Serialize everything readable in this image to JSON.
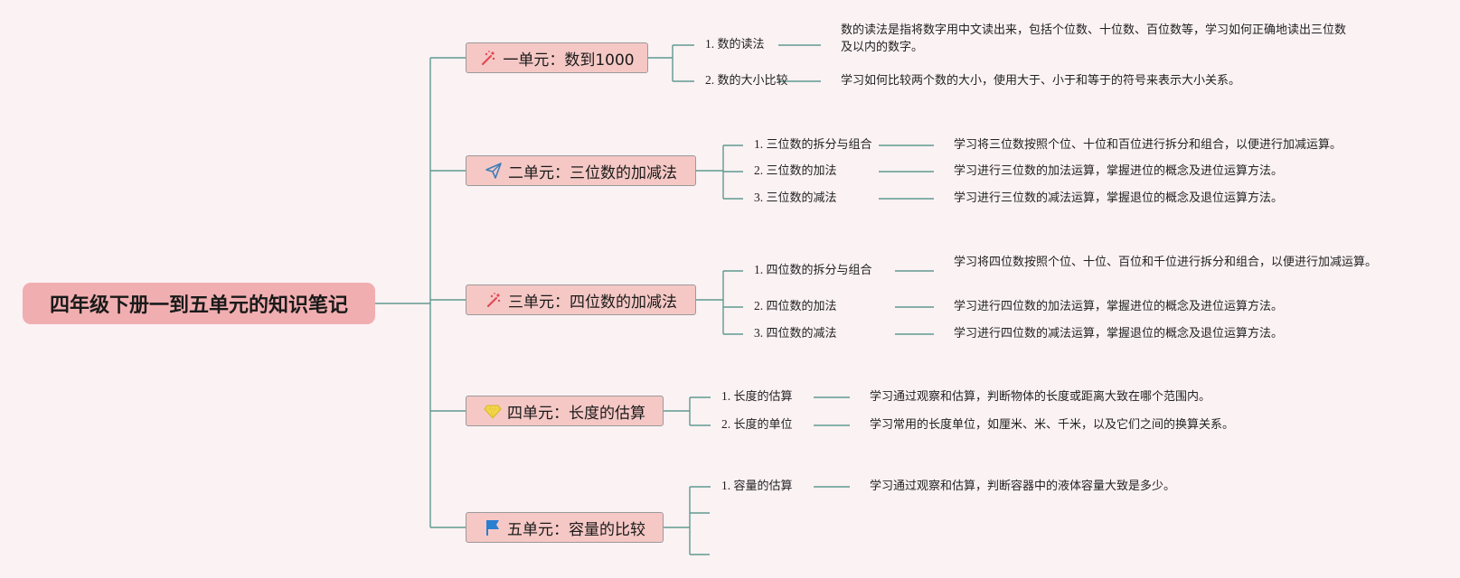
{
  "root": {
    "title": "四年级下册一到五单元的知识笔记"
  },
  "units": [
    {
      "icon": "sparkle-wand-icon",
      "label": "一单元：数到1000",
      "topics": [
        {
          "num": "1.",
          "title": "数的读法",
          "desc": "数的读法是指将数字用中文读出来，包括个位数、十位数、百位数等，学习如何正确地读出三位数及以内的数字。"
        },
        {
          "num": "2.",
          "title": "数的大小比较",
          "desc": "学习如何比较两个数的大小，使用大于、小于和等于的符号来表示大小关系。"
        }
      ]
    },
    {
      "icon": "paper-plane-icon",
      "label": "二单元：三位数的加减法",
      "topics": [
        {
          "num": "1.",
          "title": "三位数的拆分与组合",
          "desc": "学习将三位数按照个位、十位和百位进行拆分和组合，以便进行加减运算。"
        },
        {
          "num": "2.",
          "title": "三位数的加法",
          "desc": "学习进行三位数的加法运算，掌握进位的概念及进位运算方法。"
        },
        {
          "num": "3.",
          "title": "三位数的减法",
          "desc": "学习进行三位数的减法运算，掌握退位的概念及退位运算方法。"
        }
      ]
    },
    {
      "icon": "sparkle-wand-icon",
      "label": "三单元：四位数的加减法",
      "topics": [
        {
          "num": "1.",
          "title": "四位数的拆分与组合",
          "desc": "学习将四位数按照个位、十位、百位和千位进行拆分和组合，以便进行加减运算。"
        },
        {
          "num": "2.",
          "title": "四位数的加法",
          "desc": "学习进行四位数的加法运算，掌握进位的概念及进位运算方法。"
        },
        {
          "num": "3.",
          "title": "四位数的减法",
          "desc": "学习进行四位数的减法运算，掌握退位的概念及退位运算方法。"
        }
      ]
    },
    {
      "icon": "diamond-icon",
      "label": "四单元：长度的估算",
      "topics": [
        {
          "num": "1.",
          "title": "长度的估算",
          "desc": "学习通过观察和估算，判断物体的长度或距离大致在哪个范围内。"
        },
        {
          "num": "2.",
          "title": "长度的单位",
          "desc": "学习常用的长度单位，如厘米、米、千米，以及它们之间的换算关系。"
        }
      ]
    },
    {
      "icon": "flag-icon",
      "label": "五单元：容量的比较",
      "topics": [
        {
          "num": "1.",
          "title": "容量的估算",
          "desc": "学习通过观察和估算，判断容器中的液体容量大致是多少。"
        }
      ]
    }
  ],
  "colors": {
    "line": "#5f9a8e",
    "root_bg": "#f1aeb0",
    "unit_bg": "#f5c8c5",
    "background": "#fbf2f4"
  }
}
